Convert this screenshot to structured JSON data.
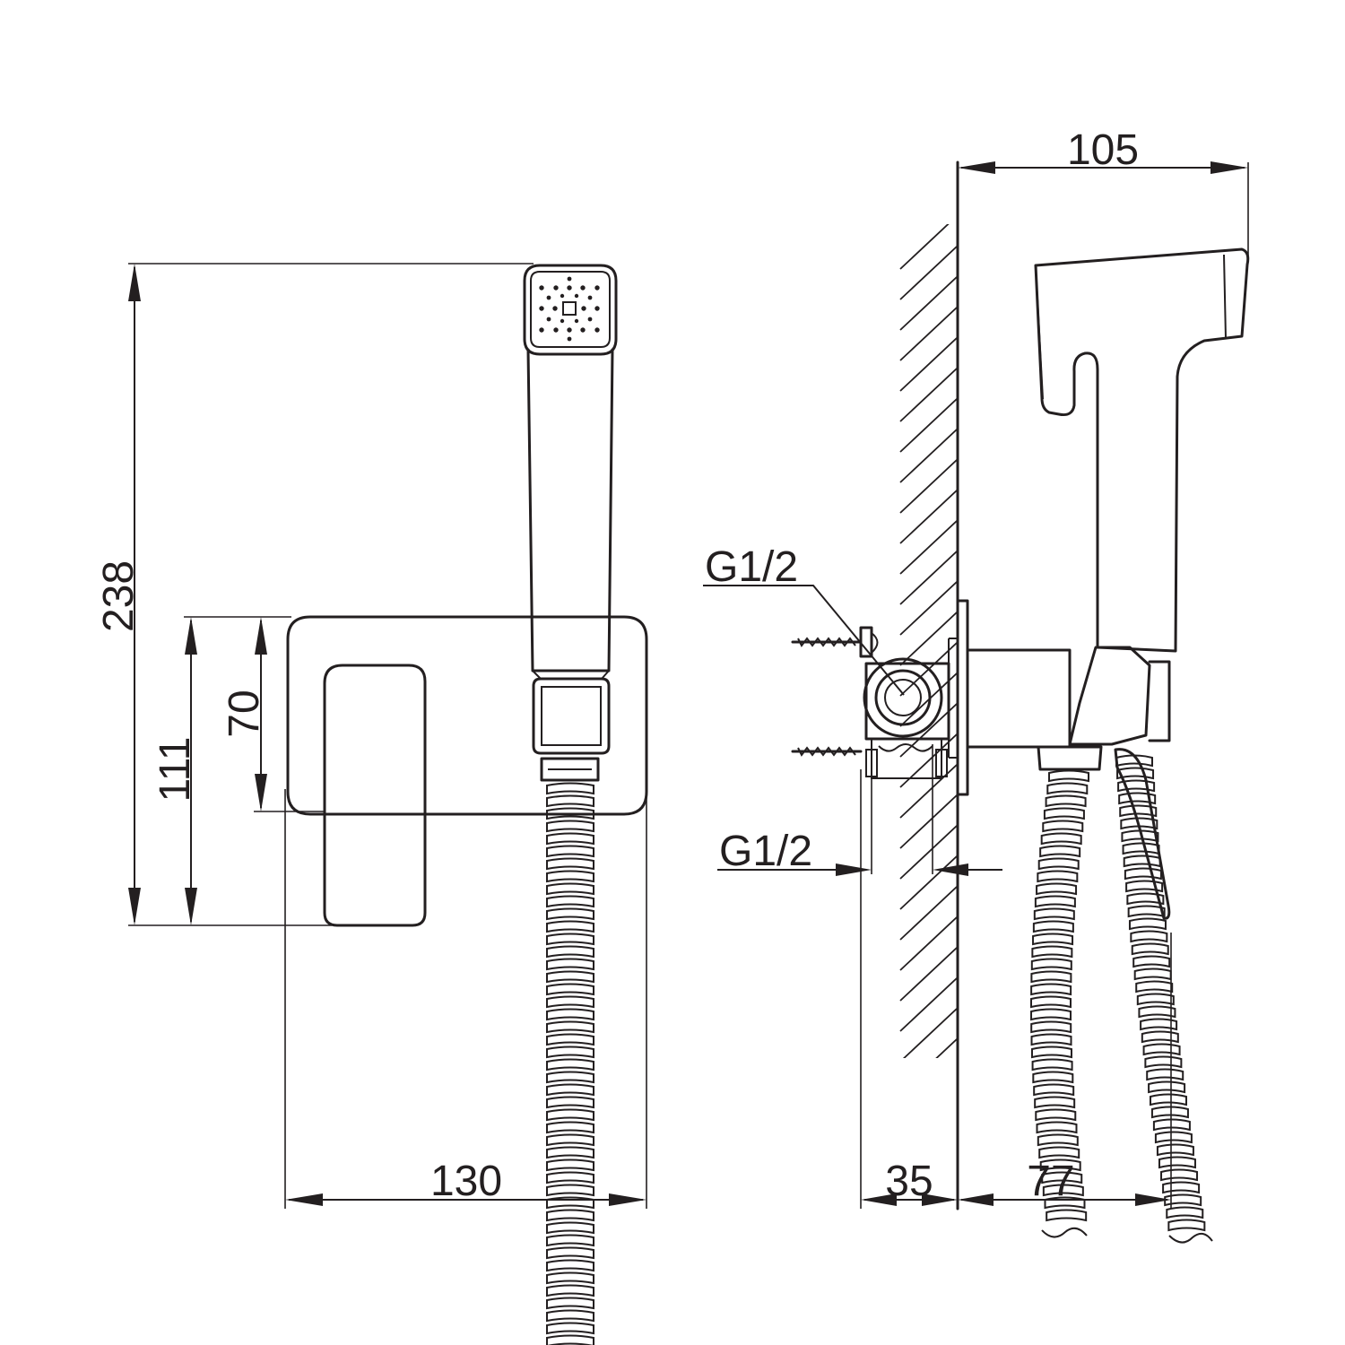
{
  "diagram": {
    "front_view": {
      "height_overall": "238",
      "height_plate": "111",
      "height_lever": "70",
      "width_plate": "130"
    },
    "side_view": {
      "projection_overall": "105",
      "thread_top": "G1/2",
      "thread_bottom": "G1/2",
      "depth_in_wall": "35",
      "projection_from_wall": "77"
    }
  },
  "colors": {
    "line": "#231f20",
    "background": "#ffffff"
  }
}
